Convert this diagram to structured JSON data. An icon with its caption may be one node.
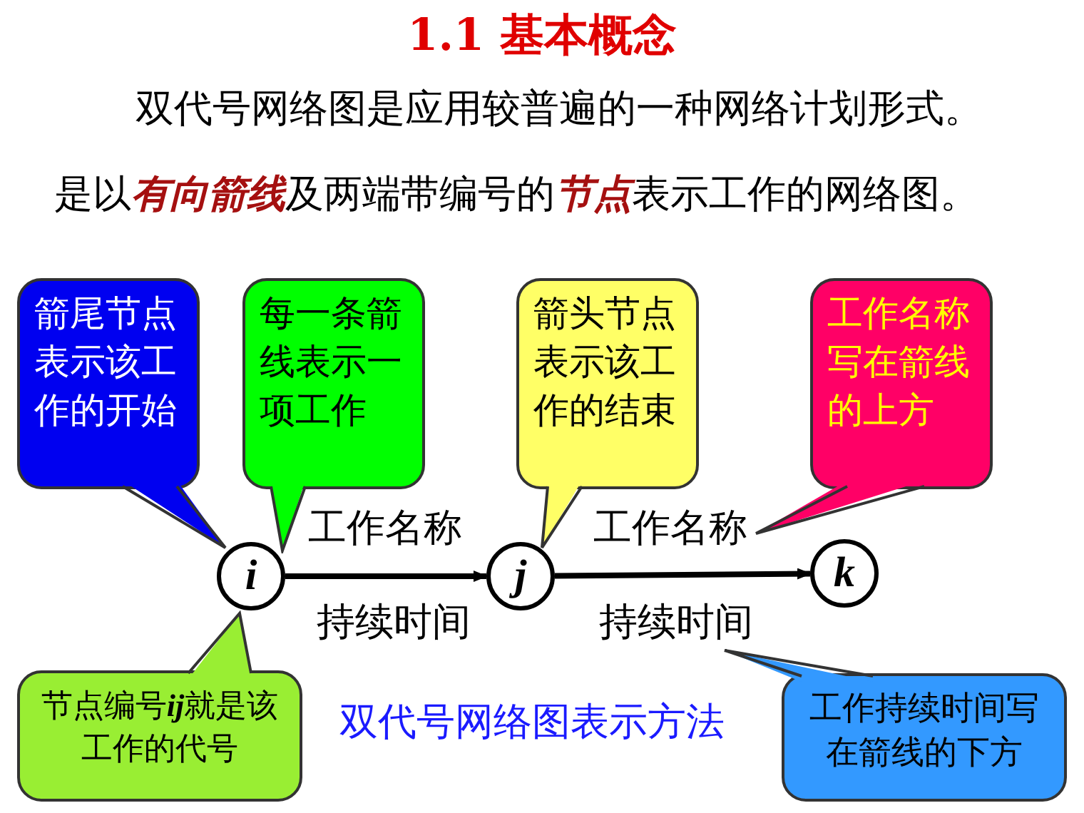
{
  "diagram": {
    "title": "1.1 基本概念",
    "caption": "双代号网络图表示方法",
    "nodes": [
      {
        "text": [
          "箭尾节点表示该工作的开始"
        ]
      },
      {
        "text": [
          "每一条箭线表示一项工作"
        ]
      },
      {
        "text": [
          "箭头节点表示该工作的结束"
        ]
      },
      {
        "text": [
          "工作名称写在箭线的上方"
        ]
      },
      {
        "text": [
          "i"
        ]
      },
      {
        "text": [
          "j"
        ]
      },
      {
        "text": [
          "k"
        ]
      },
      {
        "text": [
          "节点编号**ij**就是该工作的代号"
        ]
      },
      {
        "text": [
          "工作持续时间写在箭线的下方"
        ]
      }
    ],
    "edges": [
      {
        "from": 4,
        "to": 5,
        "arrow": "to",
        "label": "工作名称"
      },
      {
        "from": 5,
        "to": 6,
        "arrow": "to",
        "label": "工作名称"
      }
    ],
    "labels": [
      "双代号网络图是应用较普遍的一种网络计划形式。",
      "是以**有向箭线**及两端带编号的**节点**表示工作的网络图。",
      "持续时间",
      "持续时间"
    ]
  }
}
